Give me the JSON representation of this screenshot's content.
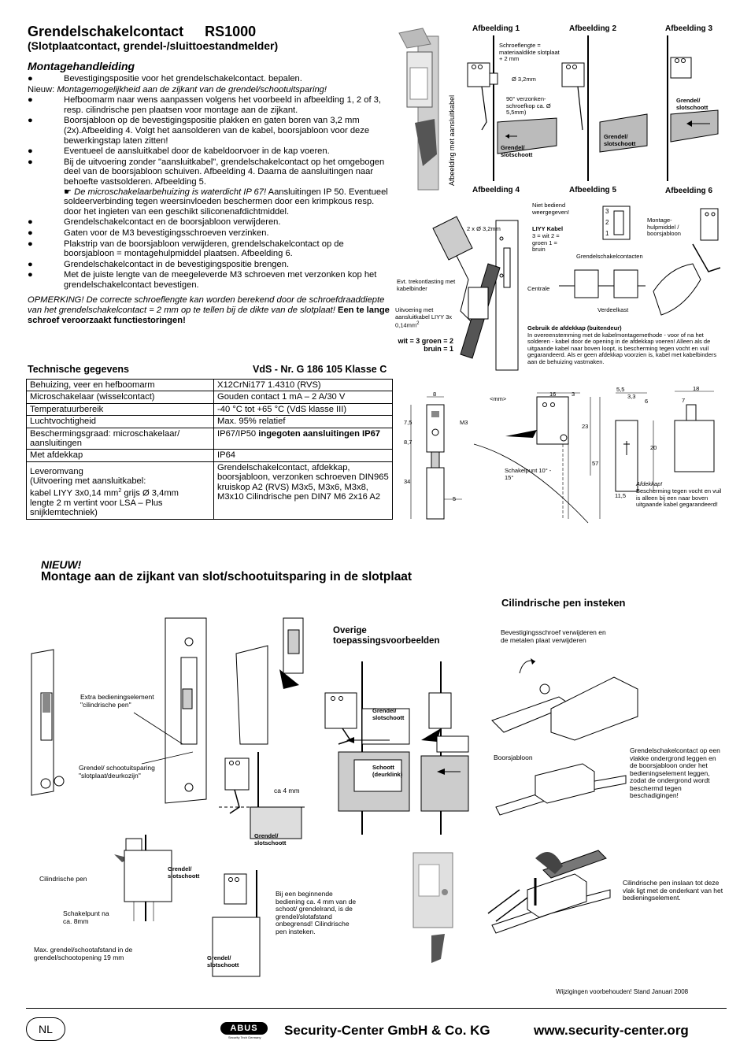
{
  "header": {
    "title": "Grendelschakelcontact",
    "model": "RS1000",
    "subtitle": "(Slotplaatcontact, grendel-/sluittoestandmelder)"
  },
  "manual": {
    "heading": "Montagehandleiding",
    "item1": "Bevestigingspositie voor het grendelschakelcontact. bepalen.",
    "new_prefix": "Nieuw:",
    "new_text": "Montagemogelijkheid aan de zijkant van de grendel/schootuitsparing!",
    "item2": "Hefboomarm naar wens aanpassen volgens het voorbeeld in afbeelding 1, 2 of 3, resp. cilindrische pen plaatsen voor montage aan de zijkant.",
    "item3": "Boorsjabloon op de bevestigingspositie plakken en gaten boren van 3,2 mm (2x).Afbeelding 4. Volgt het aansolderen van de kabel, boorsjabloon voor deze bewerkingstap laten zitten!",
    "item4": "Eventueel de aansluitkabel door de kabeldoorvoer in de kap voeren.",
    "item5": "Bij de uitvoering zonder \"aansluitkabel\", grendelschakelcontact op het omgebogen deel van de boorsjabloon schuiven. Afbeelding 4. Daarna de aansluitingen naar behoefte vastsolderen. Afbeelding 5.",
    "item5_note_italic": "De microschakelaarbehuizing is waterdicht IP 67!",
    "item5_note_rest": "Aansluitingen IP 50. Eventueel soldeerverbinding tegen weersinvloeden beschermen door een krimpkous resp. door het ingieten van een geschikt siliconenafdichtmiddel.",
    "item6": "Grendelschakelcontact en de boorsjabloon verwijderen.",
    "item7": "Gaten voor de M3 bevestigingsschroeven verzinken.",
    "item8": "Plakstrip van de boorsjabloon verwijderen, grendelschakelcontact op de boorsjabloon = montagehulpmiddel plaatsen. Afbeelding 6.",
    "item9": "Grendelschakelcontact in de bevestigingspositie brengen.",
    "item10": "Met de juiste lengte van de meegeleverde M3 schroeven met verzonken kop het grendelschakelcontact bevestigen.",
    "remark_italic": "OPMERKING! De correcte schroeflengte kan worden berekend door de schroefdraaddiepte van het grendelschakelcontact = 2 mm op te tellen bij de dikte van de slotplaat!",
    "remark_bold": "Een te lange schroef veroorzaakt functiestoringen!"
  },
  "tech": {
    "heading": "Technische gegevens",
    "vds": "VdS - Nr. G 186 105 Klasse C",
    "rows": [
      {
        "k": "Behuizing, veer en hefboomarm",
        "v": "X12CrNi177 1.4310 (RVS)"
      },
      {
        "k": "Microschakelaar (wisselcontact)",
        "v": "Gouden contact 1 mA – 2 A/30 V"
      },
      {
        "k": "Temperatuurbereik",
        "v": "-40 °C tot +65 °C (VdS klasse III)"
      },
      {
        "k": "Luchtvochtigheid",
        "v": "Max. 95% relatief"
      },
      {
        "k": "Beschermingsgraad: microschakelaar/ aansluitingen",
        "v": "IP67/IP50",
        "v_bold": "ingegoten aansluitingen IP67"
      },
      {
        "k": "Met afdekkap",
        "v": "IP64"
      }
    ],
    "delivery_k1": "Leveromvang",
    "delivery_k2": "(Uitvoering met aansluitkabel:",
    "delivery_k3a": " kabel LIYY 3x0,14 mm",
    "delivery_k3sup": "2",
    "delivery_k3b": " grijs Ø 3,4mm",
    "delivery_k4": "lengte 2 m vertint voor LSA – Plus snijklemtechniek)",
    "delivery_v": "Grendelschakelcontact, afdekkap, boorsjabloon, verzonken schroeven DIN965 kruiskop A2 (RVS) M3x5, M3x6, M3x8, M3x10 Cilindrische pen DIN7 M6 2x16 A2"
  },
  "figures": {
    "side_label": "Afbeelding met aansluitkabel",
    "fig1": "Afbeelding 1",
    "fig2": "Afbeelding 2",
    "fig3": "Afbeelding 3",
    "fig4": "Afbeelding 4",
    "fig5": "Afbeelding 5",
    "fig6": "Afbeelding 6",
    "screw_len": "Schroeflengte = materiaaldikte slotplaat + 2 mm",
    "dia32": "Ø 3,2mm",
    "countersink": "90° verzonken-schroefkop ca. Ø 5,5mm)",
    "bolt": "Grendel/ slotschoott",
    "drill_2x": "2 x Ø 3,2mm",
    "strain_relief": "Evt. trekontlasting met kabelbinder",
    "cable_version": "Uitvoering met aansluitkabel LIYY 3x 0,14mm",
    "cable_sup": "2",
    "wires": "wit = 3 groen = 2 bruin = 1",
    "not_shown": "Niet bediend weergegeven!",
    "liyy": "LIYY Kabel",
    "liyy_colors": "3 = wit 2 = groen 1 = bruin",
    "contacts": "Grendelschakelcontacten",
    "centrale": "Centrale",
    "junction": "Verdeelkast",
    "mount_aid": "Montage-hulpmiddel / boorsjabloon",
    "cover_heading": "Gebruik de afdekkap (buitendeur)",
    "cover_text": "In overeenstemming met de kabelmontagemethode - voor of na het solderen - kabel door de opening in de afdekkap voeren! Alleen als de uitgaande kabel naar boven loopt, is bescherming tegen vocht en vuil gegarandeerd. Als er geen afdekkap voorzien is, kabel met kabelbinders aan de behuizing vastmaken.",
    "mm": "<mm>",
    "m3": "M3",
    "switch_point": "Schakelpunt 10° - 15°",
    "cover_warn": "Afdekkap!",
    "cover_warn_text": "Bescherming tegen vocht en vuil is alleen bij een naar boven uitgaande kabel gegarandeerd!",
    "dims": [
      "8",
      "16",
      "3",
      "5,5",
      "3,3",
      "6",
      "18",
      "7",
      "7,5",
      "8,7",
      "34",
      "5",
      "23",
      "57",
      "20",
      "11,5"
    ]
  },
  "side_mount": {
    "new": "NIEUW!",
    "heading": "Montage aan de zijkant van slot/schootuitsparing in de slotplaat",
    "extra": "Extra bedieningselement \"cilindrische pen\"",
    "bolt_recess": "Grendel/ schootuitsparing \"slotplaat/deurkozijn\"",
    "ca4": "ca 4 mm",
    "bolt": "Grendel/ slotschoott",
    "cyl_pin": "Cilindrische pen",
    "switch8": "Schakelpunt na ca. 8mm",
    "max_dist": "Max. grendel/schootafstand in de grendel/schootopening 19 mm",
    "begin_note": "Bij een beginnende bediening ca. 4 mm van de schoot/ grendelrand, is de grendel/slotafstand onbegrensd! Cilindrische pen insteken.",
    "other": "Overige toepassingsvoorbeelden",
    "latch": "Schoott (deurklink)"
  },
  "pin_insert": {
    "heading": "Cilindrische pen insteken",
    "remove_screw": "Bevestigingsschroef verwijderen en de metalen plaat verwijderen",
    "drill_template": "Boorsjabloon",
    "flat_note": "Grendelschakelcontact op een vlakke ondergrond leggen en de boorsjabloon onder het bedieningselement leggen, zodat de ondergrond wordt beschermd tegen beschadigingen!",
    "insert_note": "Cilindrische pen inslaan tot deze vlak ligt met de onderkant van het bedieningselement."
  },
  "footer": {
    "changes": "Wijzigingen voorbehouden! Stand Januari  2008",
    "lang": "NL",
    "brand": "ABUS",
    "tagline": "Security Tech Germany",
    "company": "Security-Center GmbH & Co. KG",
    "url": "www.security-center.org"
  }
}
